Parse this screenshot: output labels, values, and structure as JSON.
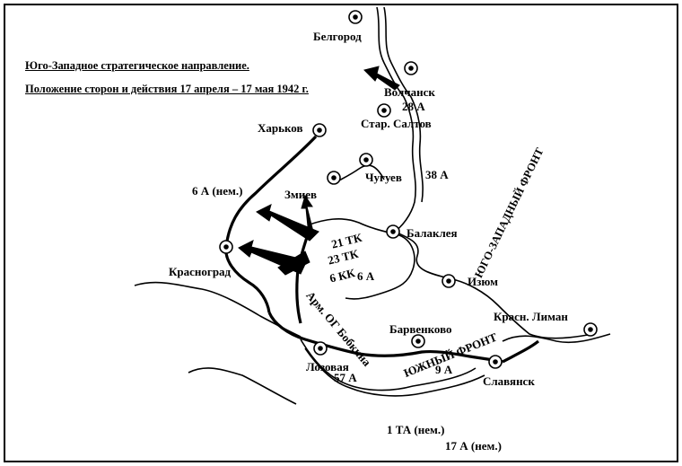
{
  "title": {
    "line1": "Юго-Западное стратегическое направление.",
    "line2": "Положение сторон и действия 17 апреля – 17 мая 1942 г."
  },
  "cities": {
    "belgorod": "Белгород",
    "volchansk": "Волчанск",
    "star_saltov": "Стар. Салтов",
    "kharkov": "Харьков",
    "chuguev": "Чугуев",
    "zmiev": "Змиев",
    "balakleya": "Балаклея",
    "krasnograd": "Красноград",
    "izyum": "Изюм",
    "barvenkovo": "Барвенково",
    "krasn_liman": "Красн. Лиман",
    "lozovaya": "Лозовая",
    "slavyansk": "Славянск"
  },
  "units": {
    "a28": "28 А",
    "a38": "38 А",
    "a6_german": "6 А (нем.)",
    "tk21": "21 ТК",
    "tk23": "23 ТК",
    "kk6": "6 КК",
    "a6": "6 А",
    "og_bobkin": "Арм. ОГ Бобкина",
    "a57": "57 А",
    "a9": "9 А",
    "ta1": "1 ТА (нем.)",
    "a17": "17 А (нем.)"
  },
  "fronts": {
    "southwest": "ЮГО-ЗАПАДНЫЙ ФРОНТ",
    "south": "ЮЖНЫЙ ФРОНТ"
  }
}
